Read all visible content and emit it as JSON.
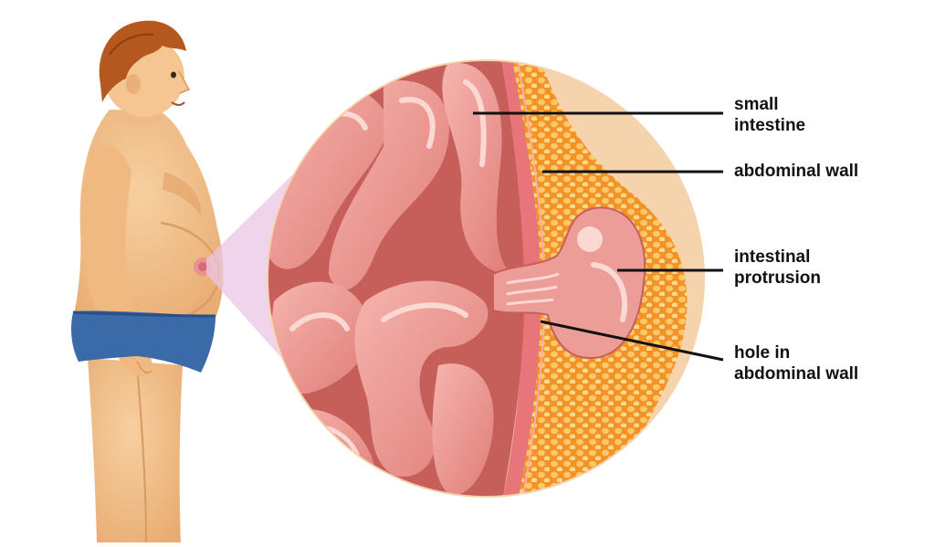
{
  "labels": {
    "small_intestine": [
      "small",
      "intestine"
    ],
    "abdominal_wall": [
      "abdominal wall"
    ],
    "intestinal_protrusion": [
      "intestinal",
      "protrusion"
    ],
    "hole_in_abdominal_wall": [
      "hole in",
      "abdominal wall"
    ]
  },
  "colors": {
    "skin": "#f2c08c",
    "skin_shadow": "#e0a26c",
    "hair": "#b5581f",
    "briefs": "#3b6aa8",
    "magnifier_cone": "#e9c6e6",
    "intestine": "#e98f8b",
    "intestine_dark": "#c65e5a",
    "intestine_light": "#f7c3bd",
    "fat_layer": "#f49a2c",
    "fat_globule": "#fbd07a",
    "muscle_layer": "#e8757a",
    "outer_skin": "#f5d3ad",
    "leader_line": "#111111"
  },
  "icons": [
    "person-figure-icon",
    "magnified-cross-section-icon"
  ]
}
